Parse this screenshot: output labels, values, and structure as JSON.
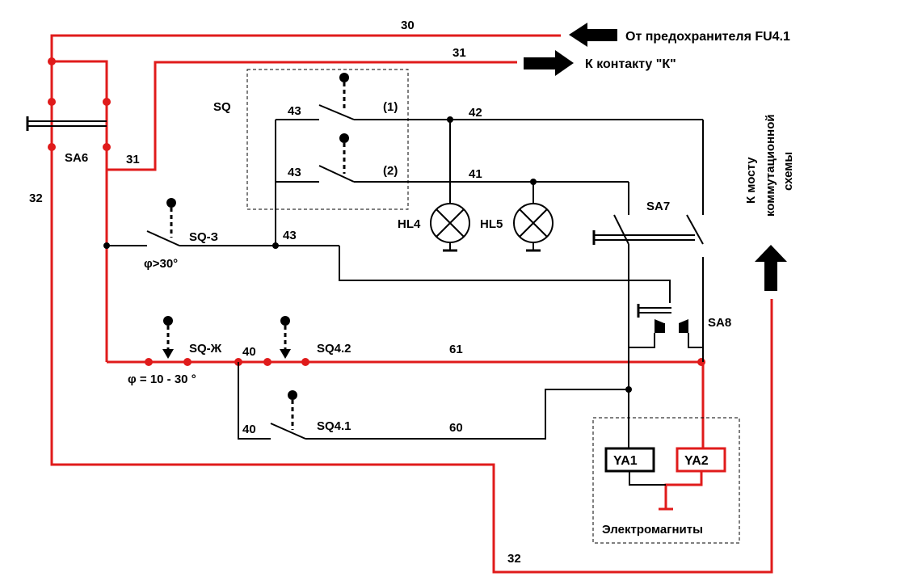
{
  "colors": {
    "background": "#ffffff",
    "wire_black": "#000000",
    "wire_red": "#e01b1b"
  },
  "labels": {
    "from_fuse": "От предохранителя FU4.1",
    "to_contact": "К контакту  \"К\"",
    "to_bridge_line1": "К мосту",
    "to_bridge_line2": "коммутационной",
    "to_bridge_line3": "схемы",
    "electromagnets": "Электромагниты",
    "angle_sq3": "φ>30°",
    "angle_sqzh": "φ = 10 - 30 °"
  },
  "components": {
    "sq": "SQ",
    "sq_contact1": "(1)",
    "sq_contact2": "(2)",
    "sa6": "SA6",
    "sa7": "SA7",
    "sa8": "SA8",
    "hl4": "HL4",
    "hl5": "HL5",
    "sq3": "SQ-З",
    "sqzh": "SQ-Ж",
    "sq42": "SQ4.2",
    "sq41": "SQ4.1",
    "ya1": "YA1",
    "ya2": "YA2"
  },
  "wires": {
    "w30": "30",
    "w31_top": "31",
    "w31_sa6": "31",
    "w32_left": "32",
    "w32_bottom": "32",
    "w43_sq1": "43",
    "w43_sq2": "43",
    "w43_sq3": "43",
    "w42": "42",
    "w41": "41",
    "w40_top": "40",
    "w40_bottom": "40",
    "w61": "61",
    "w60": "60"
  },
  "icons": {
    "from_fuse_arrow": "arrow-left-icon",
    "to_contact_arrow": "arrow-right-icon",
    "to_bridge_arrow": "arrow-up-icon",
    "lamp": "lamp-icon",
    "ground": "ground-icon",
    "node": "junction-dot-icon"
  }
}
